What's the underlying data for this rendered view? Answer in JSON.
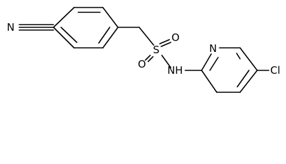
{
  "molecule": {
    "atoms": {
      "nitrile_n": "N",
      "sulfur": "S",
      "oxygen_upper": "O",
      "oxygen_lower": "O",
      "amide_nh": "NH",
      "pyridine_n": "N",
      "chlorine": "Cl"
    }
  }
}
